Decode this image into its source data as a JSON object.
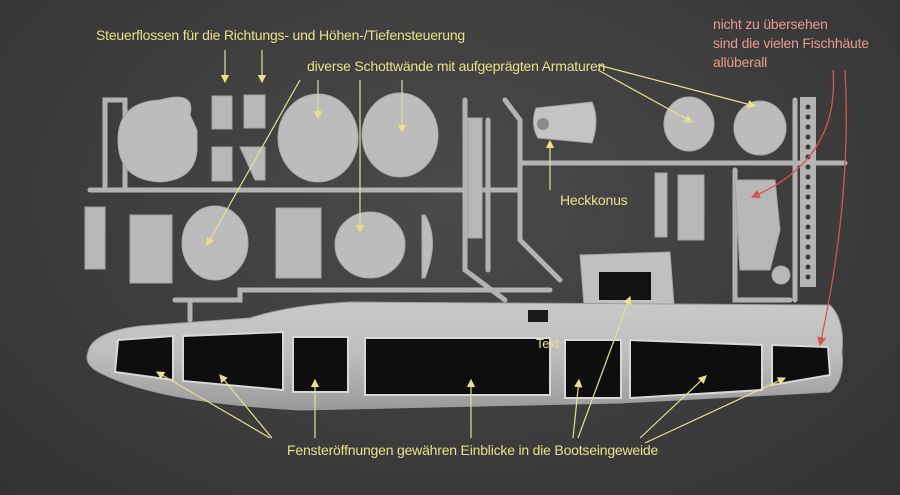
{
  "image": {
    "subject": "Plastic model kit sprue of a submarine hull with annotated parts",
    "annotation_color": "#e8e08a",
    "annotation_color_secondary": "#e89a8e",
    "arrow_color_secondary": "#d9534f",
    "plastic_color": "#b8b8b8",
    "background_color": "#3f3f3f"
  },
  "annotations": {
    "fins": "Steuerflossen für die Richtungs- und Höhen-/Tiefensteuerung",
    "bulkheads": "diverse Schottwände mit aufgeprägten Armaturen",
    "fish_skins_line1": "nicht zu übersehen",
    "fish_skins_line2": "sind die vielen Fischhäute",
    "fish_skins_line3": "allüberall",
    "stern_cone": "Heckkonus",
    "placeholder": "Text",
    "windows": "Fensteröffnungen gewähren Einblicke in die Bootseingeweide"
  }
}
